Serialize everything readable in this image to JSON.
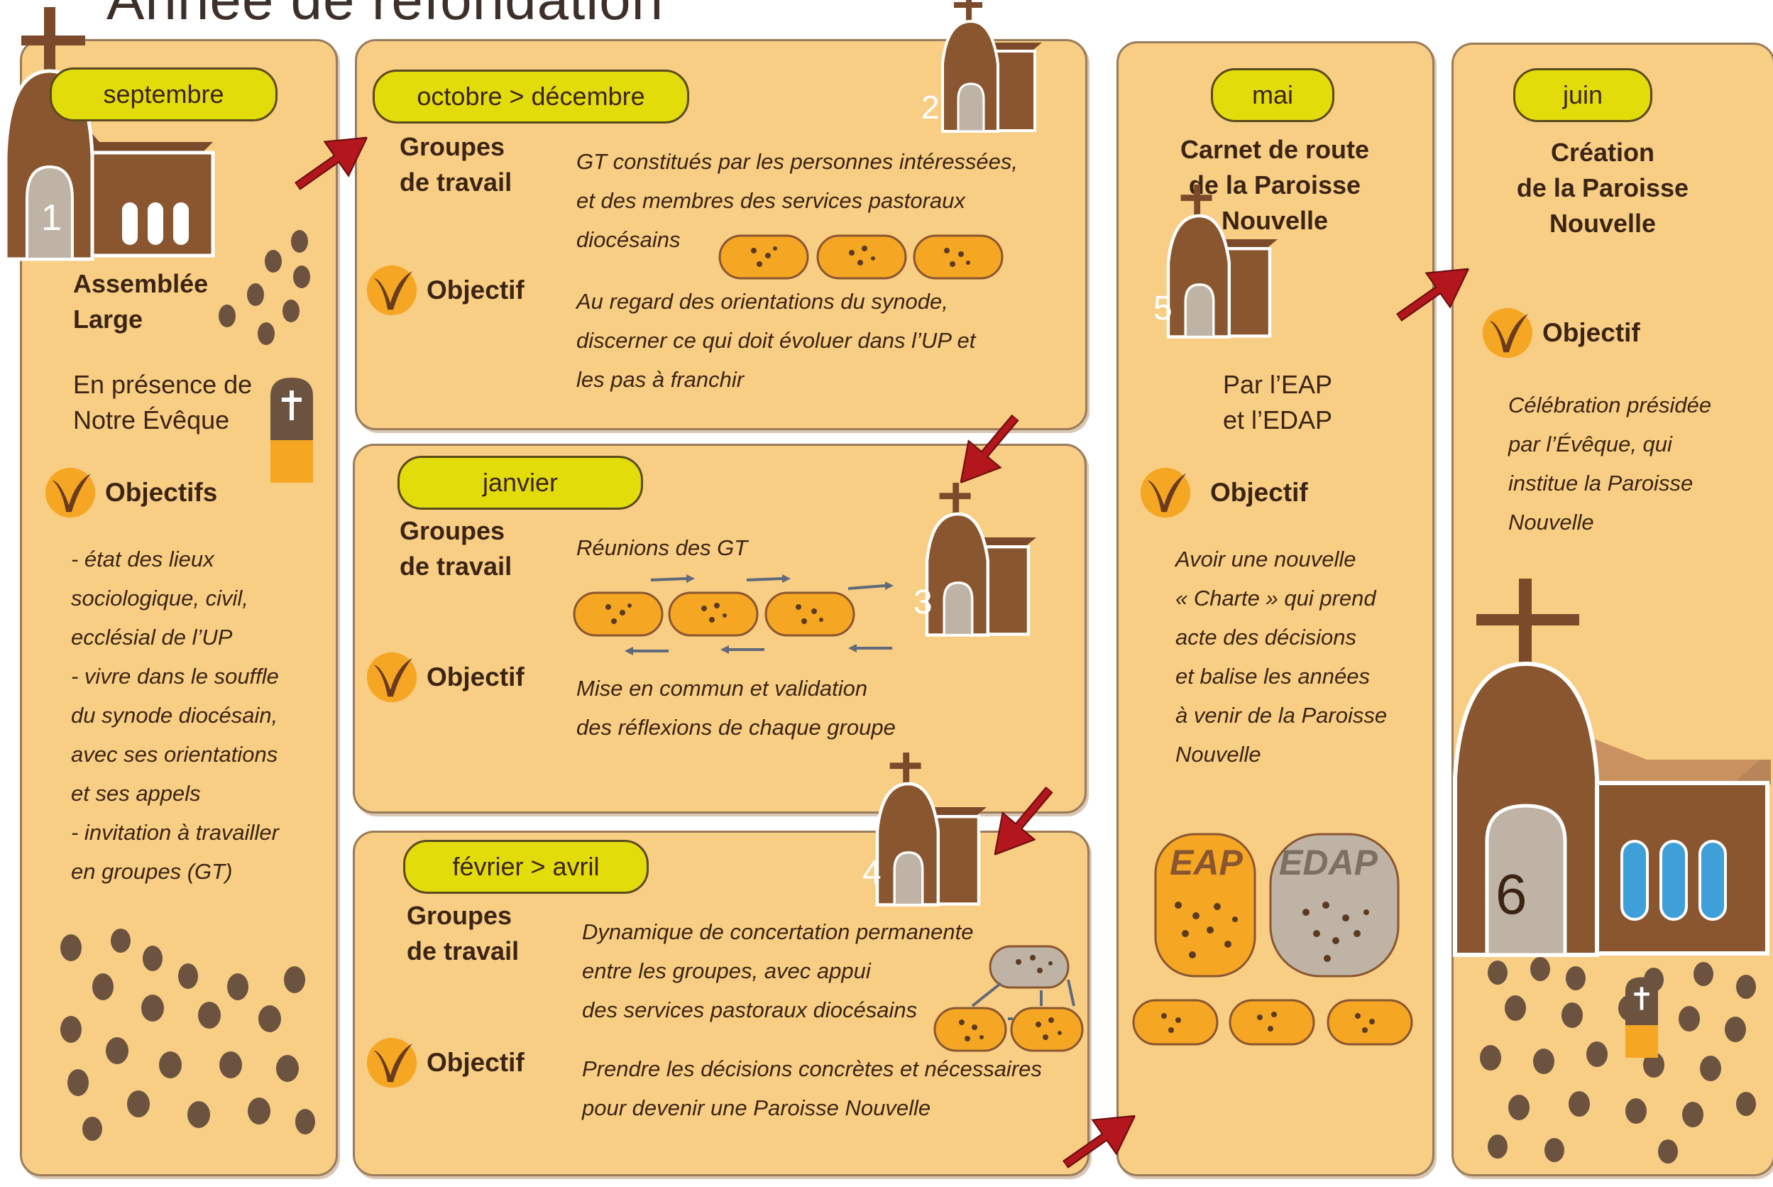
{
  "title": "Année de refondation",
  "colors": {
    "panel": "#f8cd84",
    "pill": "#e2dc0b",
    "brown": "#8a5630",
    "group": "#f5a623",
    "red": "#b3171d"
  },
  "icons": {
    "objective": "v-check-icon",
    "church": "church-icon",
    "arrow": "red-arrow-icon",
    "group": "group-icon"
  },
  "september": {
    "pill": "septembre",
    "church_number": "1",
    "heading": [
      "Assemblée",
      "Large"
    ],
    "presence": [
      "En présence de",
      "Notre Évêque"
    ],
    "objective_label": "Objectifs",
    "items": [
      "- état des lieux",
      "sociologique, civil,",
      "ecclésial de l’UP",
      "- vivre dans le souffle",
      "du synode diocésain,",
      "avec ses orientations",
      "et ses appels",
      "- invitation à travailler",
      "en groupes (GT)"
    ]
  },
  "oct_dec": {
    "pill": "octobre > décembre",
    "church_number": "2",
    "heading": [
      "Groupes",
      "de travail"
    ],
    "text": [
      "GT constitués par les personnes intéressées,",
      "et des membres des services pastoraux",
      "diocésains"
    ],
    "objective_label": "Objectif",
    "objective_text": [
      "Au regard des orientations du synode,",
      "discerner ce qui doit évoluer dans l’UP et",
      "les pas à franchir"
    ]
  },
  "janvier": {
    "pill": "janvier",
    "church_number": "3",
    "heading": [
      "Groupes",
      "de travail"
    ],
    "text": "Réunions des GT",
    "objective_label": "Objectif",
    "objective_text": [
      "Mise en commun et validation",
      "des réflexions de chaque groupe"
    ]
  },
  "fev_avr": {
    "pill": "février > avril",
    "church_number": "4",
    "heading": [
      "Groupes",
      "de travail"
    ],
    "text": [
      "Dynamique de concertation permanente",
      "entre les groupes, avec appui",
      "des services pastoraux diocésains"
    ],
    "objective_label": "Objectif",
    "objective_text": [
      "Prendre les décisions concrètes et nécessaires",
      "pour devenir une Paroisse Nouvelle"
    ]
  },
  "mai": {
    "pill": "mai",
    "church_number": "5",
    "heading": [
      "Carnet de route",
      "de la Paroisse",
      "Nouvelle"
    ],
    "by": [
      "Par l’EAP",
      "et l’EDAP"
    ],
    "objective_label": "Objectif",
    "objective_text": [
      "Avoir une nouvelle",
      "« Charte » qui prend",
      "acte des décisions",
      "et balise les années",
      "à venir de la Paroisse",
      "Nouvelle"
    ],
    "eap": "EAP",
    "edap": "EDAP"
  },
  "juin": {
    "pill": "juin",
    "church_number": "6",
    "heading": [
      "Création",
      "de la Paroisse",
      "Nouvelle"
    ],
    "objective_label": "Objectif",
    "objective_text": [
      "Célébration présidée",
      "par l’Évêque, qui",
      "institue la Paroisse",
      "Nouvelle"
    ]
  }
}
